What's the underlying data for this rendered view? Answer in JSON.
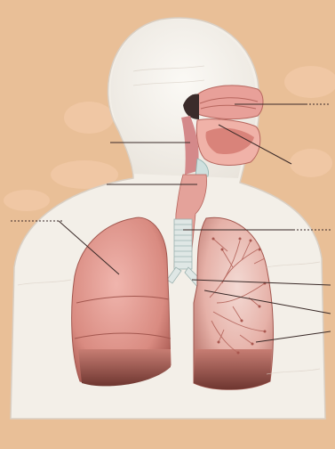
{
  "figure": {
    "description_elements": [
      "nasal-cavity",
      "oral-cavity",
      "pharynx",
      "larynx",
      "trachea",
      "bronchus",
      "bronchioles",
      "right-lung",
      "left-lung",
      "alveoli"
    ]
  },
  "colors": {
    "background": "#e9bf97",
    "torso": "#f3efe8",
    "lung_fill": "#e6a39a",
    "lung_shadow": "#b9675f",
    "airway": "#d8e3e2",
    "label_line": "#3a2a28",
    "blank_patch": "#f0c7a4"
  }
}
